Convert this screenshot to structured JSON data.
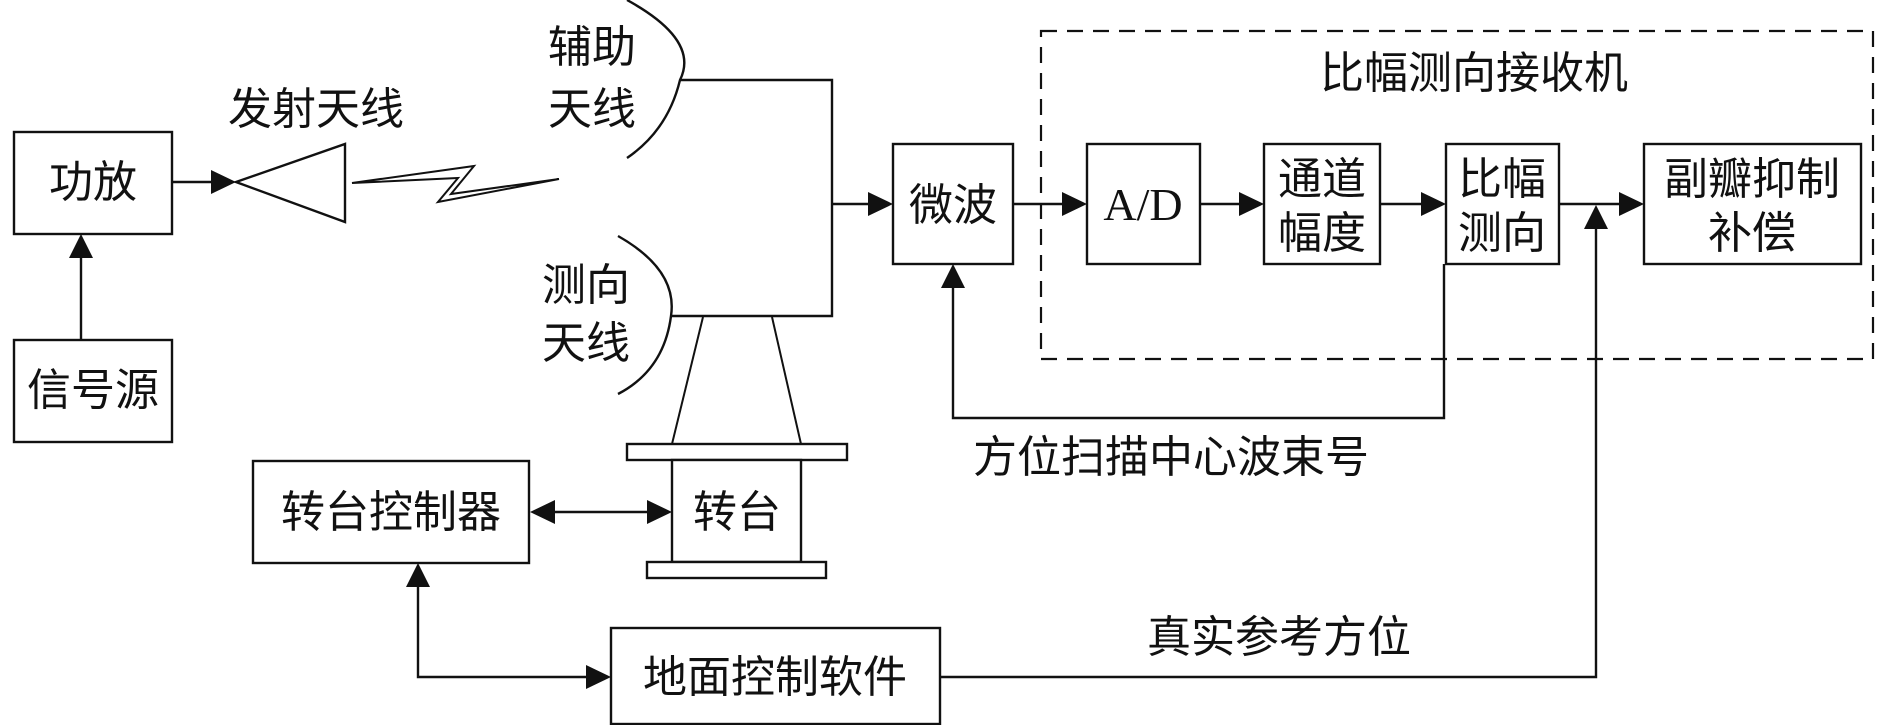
{
  "diagram": {
    "title": "比幅测向接收机",
    "nodes": {
      "power_amp": "功放",
      "signal_source": "信号源",
      "tx_antenna": "发射天线",
      "aux_antenna": [
        "辅助",
        "天线"
      ],
      "df_antenna": [
        "测向",
        "天线"
      ],
      "microwave": "微波",
      "ad": "A/D",
      "channel_amplitude": [
        "通道",
        "幅度"
      ],
      "amplitude_df": [
        "比幅",
        "测向"
      ],
      "sidelobe_comp": [
        "副瓣抑制",
        "补偿"
      ],
      "turntable": "转台",
      "turntable_controller": "转台控制器",
      "ground_software": "地面控制软件"
    },
    "edge_labels": {
      "beam_number": "方位扫描中心波束号",
      "true_bearing": "真实参考方位"
    },
    "edges": [
      {
        "from": "signal_source",
        "to": "power_amp"
      },
      {
        "from": "power_amp",
        "to": "tx_antenna"
      },
      {
        "from": "aux_antenna",
        "to": "microwave"
      },
      {
        "from": "df_antenna",
        "to": "microwave"
      },
      {
        "from": "microwave",
        "to": "ad"
      },
      {
        "from": "ad",
        "to": "channel_amplitude"
      },
      {
        "from": "channel_amplitude",
        "to": "amplitude_df"
      },
      {
        "from": "amplitude_df",
        "to": "sidelobe_comp"
      },
      {
        "from": "amplitude_df",
        "to": "microwave",
        "label": "beam_number"
      },
      {
        "from": "ground_software",
        "to": "sidelobe_comp",
        "label": "true_bearing"
      },
      {
        "from": "turntable_controller",
        "to": "turntable",
        "bidirectional": true
      },
      {
        "from": "ground_software",
        "to": "turntable_controller",
        "bidirectional": true
      }
    ]
  }
}
